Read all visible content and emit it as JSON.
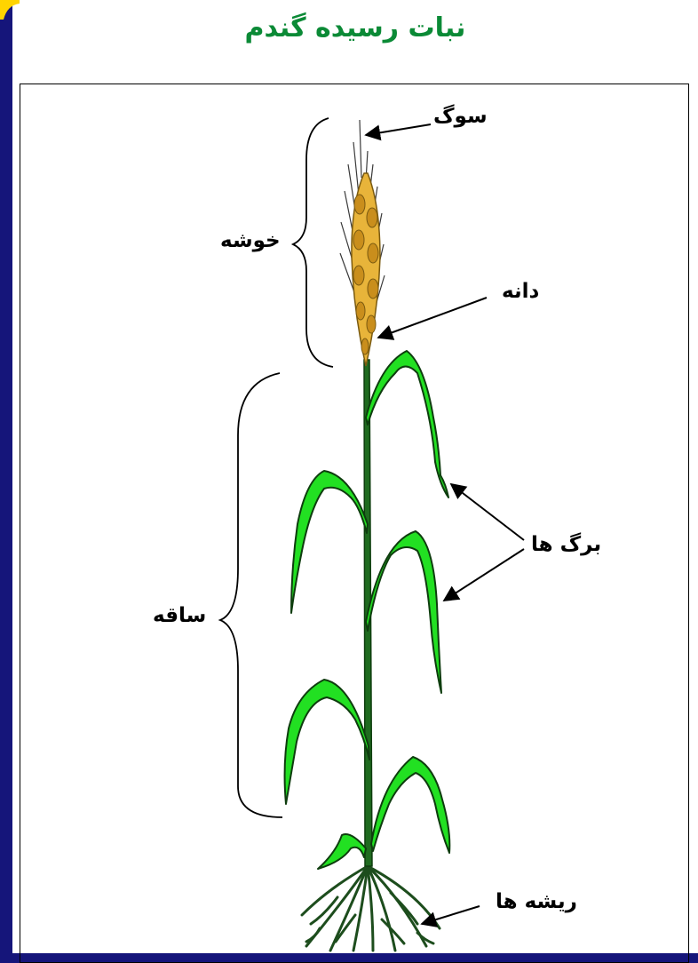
{
  "title": "نبات رسیده گندم",
  "labels": {
    "awn": "سوگ",
    "spike": "خوشه",
    "grain": "دانه",
    "leaves": "برگ ها",
    "stem": "ساقه",
    "roots": "ریشه ها"
  },
  "colors": {
    "background": "#15157a",
    "title": "#0b8a36",
    "leaf": "#22e022",
    "stem": "#1f6b1f",
    "grain": "#e8b43a",
    "roots": "#1d4d1d",
    "accent": "#ffd400"
  }
}
